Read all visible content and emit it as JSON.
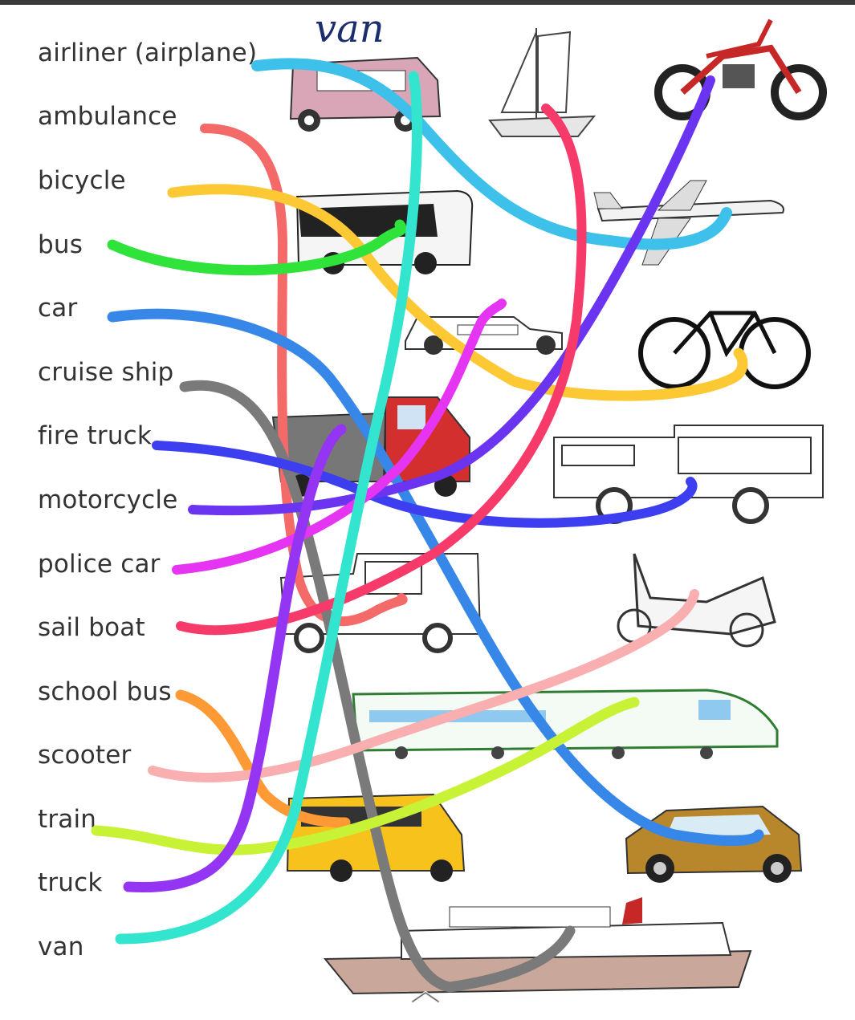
{
  "title_word": "van",
  "words": [
    "airliner (airplane)",
    "ambulance",
    "bicycle",
    "bus",
    "car",
    "cruise ship",
    "fire truck",
    "motorcycle",
    "police car",
    "sail boat",
    "school bus",
    "scooter",
    "train",
    "truck",
    "van"
  ]
}
